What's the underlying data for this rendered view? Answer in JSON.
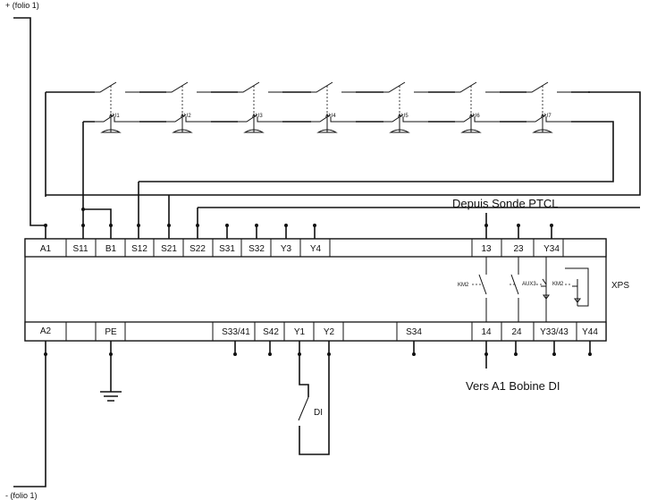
{
  "folio_top": "+ (folio 1)",
  "folio_bottom": "- (folio 1)",
  "module_label": "XPS",
  "top_terminals": [
    "A1",
    "S11",
    "B1",
    "S12",
    "S21",
    "S22",
    "S31",
    "S32",
    "Y3",
    "Y4",
    "13",
    "23",
    "Y34"
  ],
  "bottom_terminals": [
    "A2",
    "PE",
    "S33/41",
    "S42",
    "Y1",
    "Y2",
    "S34",
    "14",
    "24",
    "Y33/43",
    "Y44"
  ],
  "emergency_stops": [
    "AU1",
    "AU2",
    "AU3",
    "AU4",
    "AU5",
    "AU6",
    "AU7"
  ],
  "internal_relays": [
    "KM2",
    "AUX3",
    "KM2"
  ],
  "internal_relay_left": "KM2",
  "depuis_label": "Depuis Sonde PTCL",
  "vers_label": "Vers A1 Bobine DI",
  "contact_label": "DI"
}
